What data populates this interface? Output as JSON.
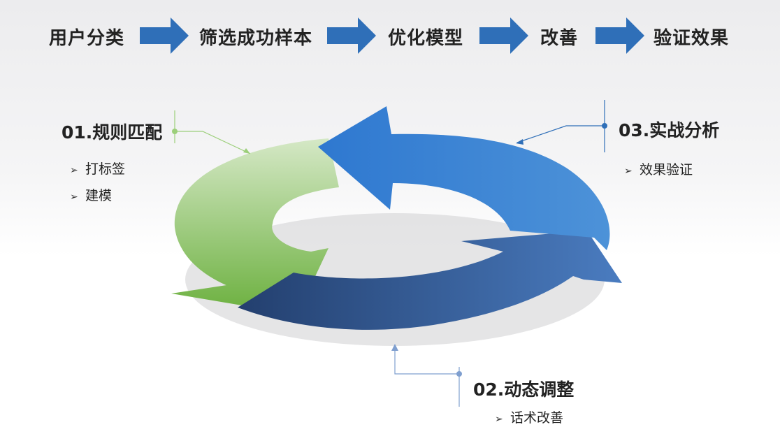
{
  "flow": {
    "steps": [
      "用户分类",
      "筛选成功样本",
      "优化模型",
      "改善",
      "验证效果"
    ],
    "arrow_color": "#2f6fb8"
  },
  "cycle": {
    "segments": [
      {
        "title": "01.规则匹配",
        "items": [
          "打标签",
          "建模"
        ],
        "color": "#7fbf55"
      },
      {
        "title": "02.动态调整",
        "items": [
          "话术改善"
        ],
        "color": "#2c4f86"
      },
      {
        "title": "03.实战分析",
        "items": [
          "效果验证"
        ],
        "color": "#3a82cf"
      }
    ]
  }
}
